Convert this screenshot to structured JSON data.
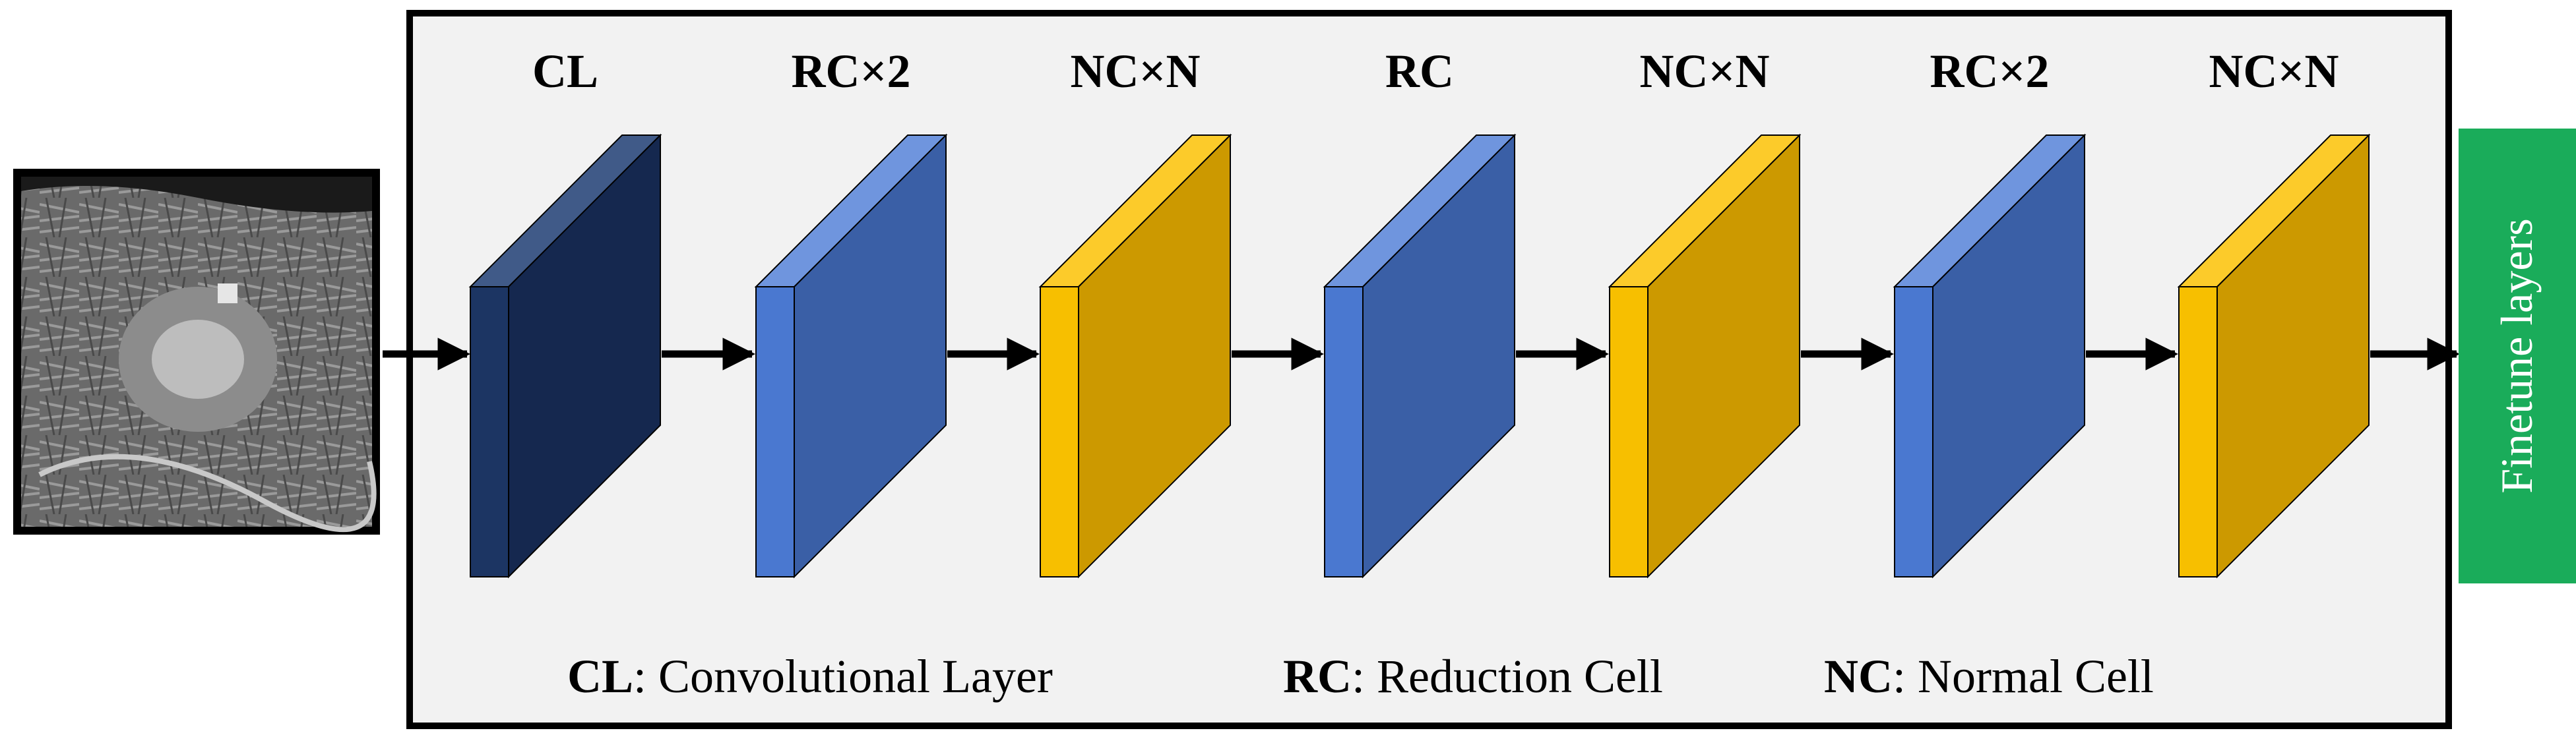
{
  "input_image": {
    "kind": "micrograph",
    "description_icon": "sem-image"
  },
  "layers": [
    {
      "label": "CL",
      "type": "conv"
    },
    {
      "label": "RC×2",
      "type": "reduction"
    },
    {
      "label": "NC×N",
      "type": "normal"
    },
    {
      "label": "RC",
      "type": "reduction"
    },
    {
      "label": "NC×N",
      "type": "normal"
    },
    {
      "label": "RC×2",
      "type": "reduction"
    },
    {
      "label": "NC×N",
      "type": "normal"
    }
  ],
  "colors": {
    "conv": {
      "front": "#1c3563",
      "face": "#15284f",
      "top": "#405a88"
    },
    "reduction": {
      "front": "#4a78d0",
      "face": "#3a5fa6",
      "top": "#6f95de"
    },
    "normal": {
      "front": "#f7bf00",
      "face": "#cc9900",
      "top": "#fccb2a"
    },
    "finetune": "#1aac5a",
    "panel": "#f2f2f2"
  },
  "legend": [
    {
      "abbr": "CL",
      "text": ": Convolutional Layer"
    },
    {
      "abbr": "RC",
      "text": ": Reduction Cell"
    },
    {
      "abbr": "NC",
      "text": ": Normal Cell"
    }
  ],
  "output_box": {
    "label": "Finetune layers"
  }
}
